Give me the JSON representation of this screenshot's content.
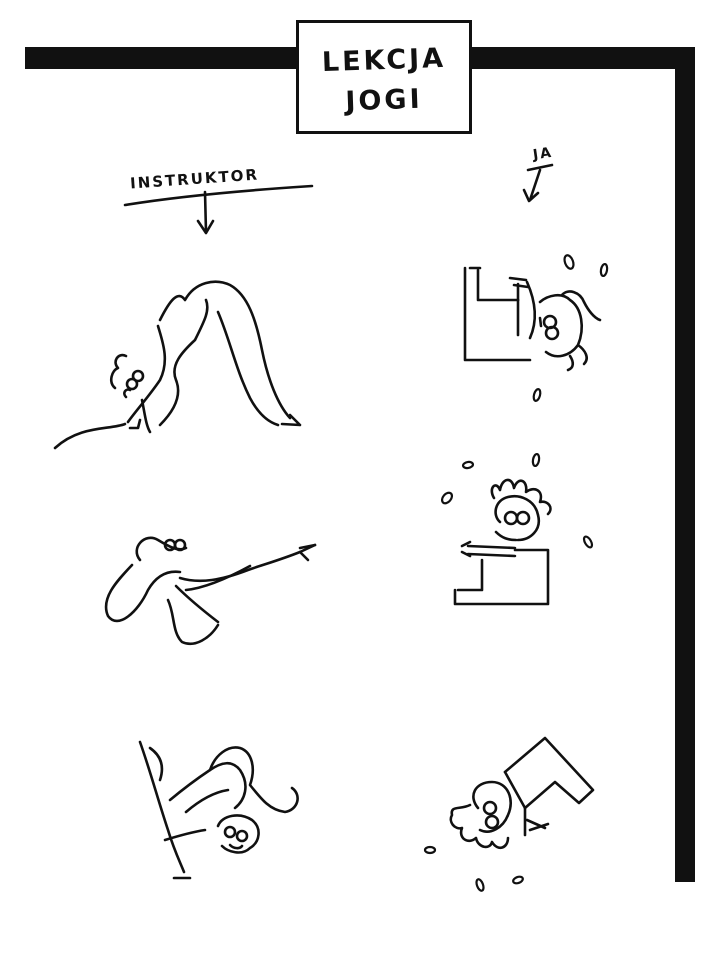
{
  "title": {
    "line1": "LEKCJA",
    "line2": "JOGI"
  },
  "labels": {
    "instructor": "INSTRUKTOR",
    "me": "JA"
  },
  "colors": {
    "ink": "#111111",
    "paper": "#ffffff"
  }
}
